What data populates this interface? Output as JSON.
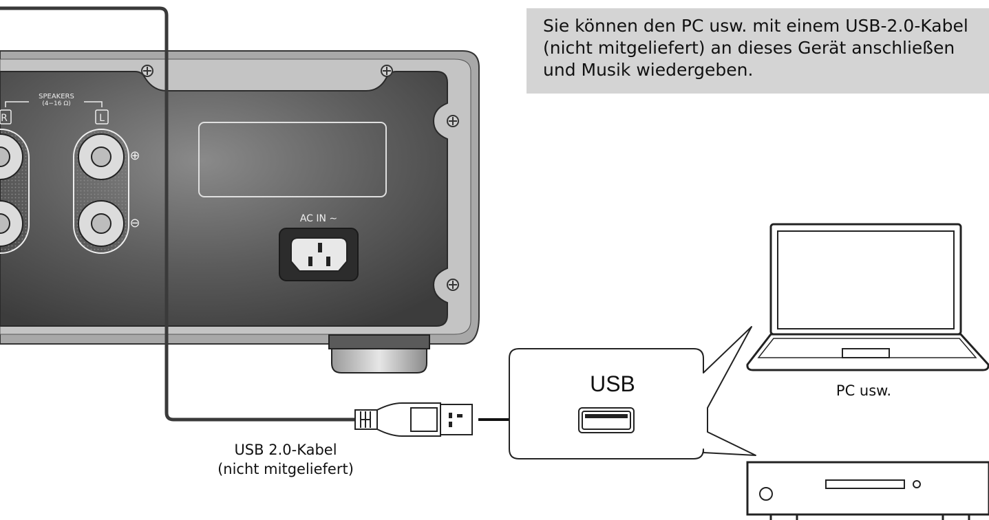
{
  "note": "Sie können den PC usw. mit einem USB-2.0-Kabel (nicht mitgeliefert) an dieses Gerät anschließen und Musik wiedergeben.",
  "labels": {
    "speakers": "SPEAKERS",
    "impedance": "(4−16 Ω)",
    "right": "R",
    "left": "L",
    "plus": "⊕",
    "minus": "⊖",
    "ac_in": "AC IN ∼",
    "usb": "USB",
    "cable_line1": "USB 2.0-Kabel",
    "cable_line2": "(nicht mitgeliefert)",
    "pc": "PC usw."
  },
  "colors": {
    "panel_dark": "#4a4a4a",
    "panel_light": "#7a7a7a",
    "frame": "#9a9a9a",
    "note_bg": "#d4d4d4"
  }
}
